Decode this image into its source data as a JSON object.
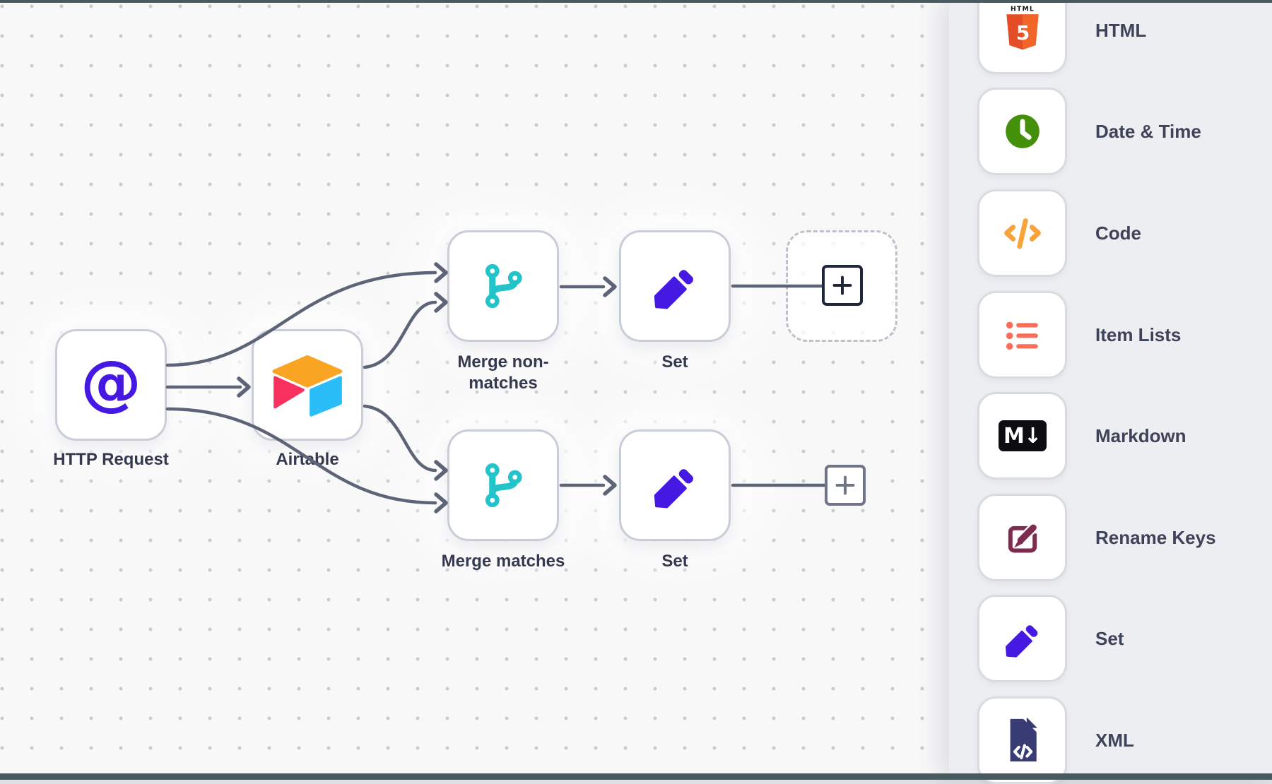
{
  "app": {
    "name": "workflow editor canvas with node palette"
  },
  "canvas": {
    "nodes": [
      {
        "label": "HTTP Request",
        "icon": "at-sign-icon",
        "icon_text": "@"
      },
      {
        "label": "Airtable",
        "icon": "airtable-icon"
      },
      {
        "label": "Merge non-matches",
        "icon": "git-merge-icon"
      },
      {
        "label": "Set",
        "icon": "pencil-icon"
      },
      {
        "label": "Merge matches",
        "icon": "git-merge-icon"
      },
      {
        "label": "Set",
        "icon": "pencil-icon"
      },
      {
        "label": "",
        "icon": "plus-icon",
        "type": "add-node-placeholder"
      }
    ],
    "connections": [
      {
        "from": "HTTP Request",
        "to": "Merge non-matches"
      },
      {
        "from": "HTTP Request",
        "to": "Airtable"
      },
      {
        "from": "HTTP Request",
        "to": "Merge matches"
      },
      {
        "from": "Airtable",
        "to": "Merge non-matches"
      },
      {
        "from": "Airtable",
        "to": "Merge matches"
      },
      {
        "from": "Merge non-matches",
        "to": "Set"
      },
      {
        "from": "Merge matches",
        "to": "Set"
      },
      {
        "from": "Set (top)",
        "to": "add-node"
      },
      {
        "from": "Set (bottom)",
        "to": "add-node"
      }
    ]
  },
  "panel": {
    "items": [
      {
        "label": "HTML",
        "icon": "html5-icon"
      },
      {
        "label": "Date & Time",
        "icon": "clock-icon"
      },
      {
        "label": "Code",
        "icon": "code-icon"
      },
      {
        "label": "Item Lists",
        "icon": "list-icon"
      },
      {
        "label": "Markdown",
        "icon": "markdown-icon",
        "icon_text": "M↓"
      },
      {
        "label": "Rename Keys",
        "icon": "edit-square-icon"
      },
      {
        "label": "Set",
        "icon": "pencil-icon"
      },
      {
        "label": "XML",
        "icon": "xml-file-icon"
      }
    ]
  },
  "icons": {
    "html5": {
      "wordmark": "HTML",
      "numeral": "5"
    }
  },
  "colors": {
    "indigo": "#4619E3",
    "teal": "#23C3CA",
    "connector": "#5E6477",
    "airtable_yellow": "#F9A423",
    "airtable_pink": "#F8315F",
    "airtable_blue": "#2BBDF7",
    "html_orange_dark": "#E44D26",
    "html_orange_light": "#F16529",
    "green": "#44900B",
    "code_orange": "#F9A43B",
    "coral": "#F96D59",
    "markdown_black": "#0D0D11",
    "maroon": "#7E2B50",
    "xml_navy": "#393C72",
    "panel_bg": "#EDEEF1",
    "canvas_bg": "#F8F8F9",
    "edge_bar": "#485B61",
    "label_text": "#3E4359"
  }
}
